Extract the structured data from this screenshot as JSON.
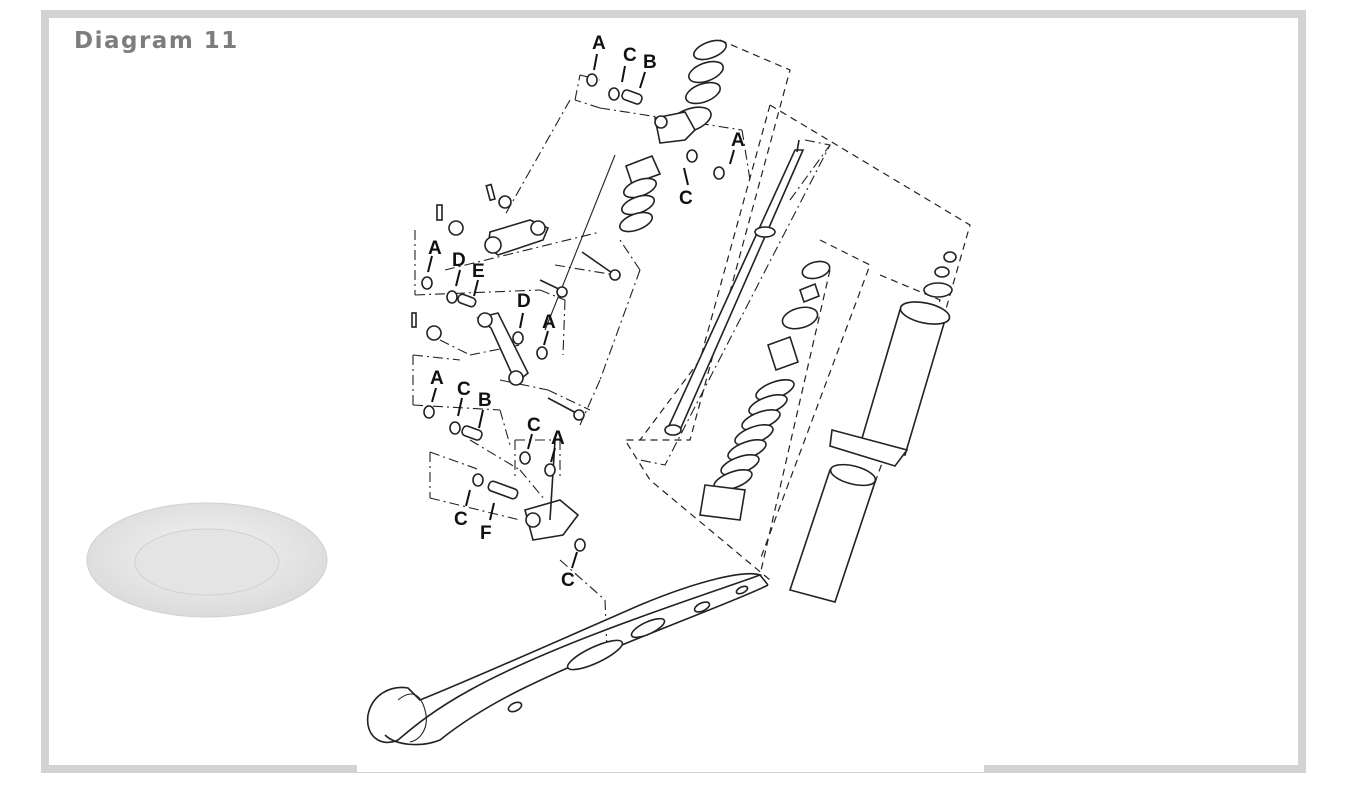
{
  "title": "Diagram 11",
  "callouts": [
    {
      "letter": "A"
    },
    {
      "letter": "C"
    },
    {
      "letter": "B"
    },
    {
      "letter": "A"
    },
    {
      "letter": "C"
    },
    {
      "letter": "A"
    },
    {
      "letter": "D"
    },
    {
      "letter": "E"
    },
    {
      "letter": "D"
    },
    {
      "letter": "A"
    },
    {
      "letter": "A"
    },
    {
      "letter": "C"
    },
    {
      "letter": "B"
    },
    {
      "letter": "C"
    },
    {
      "letter": "A"
    },
    {
      "letter": "C"
    },
    {
      "letter": "F"
    },
    {
      "letter": "C"
    }
  ]
}
